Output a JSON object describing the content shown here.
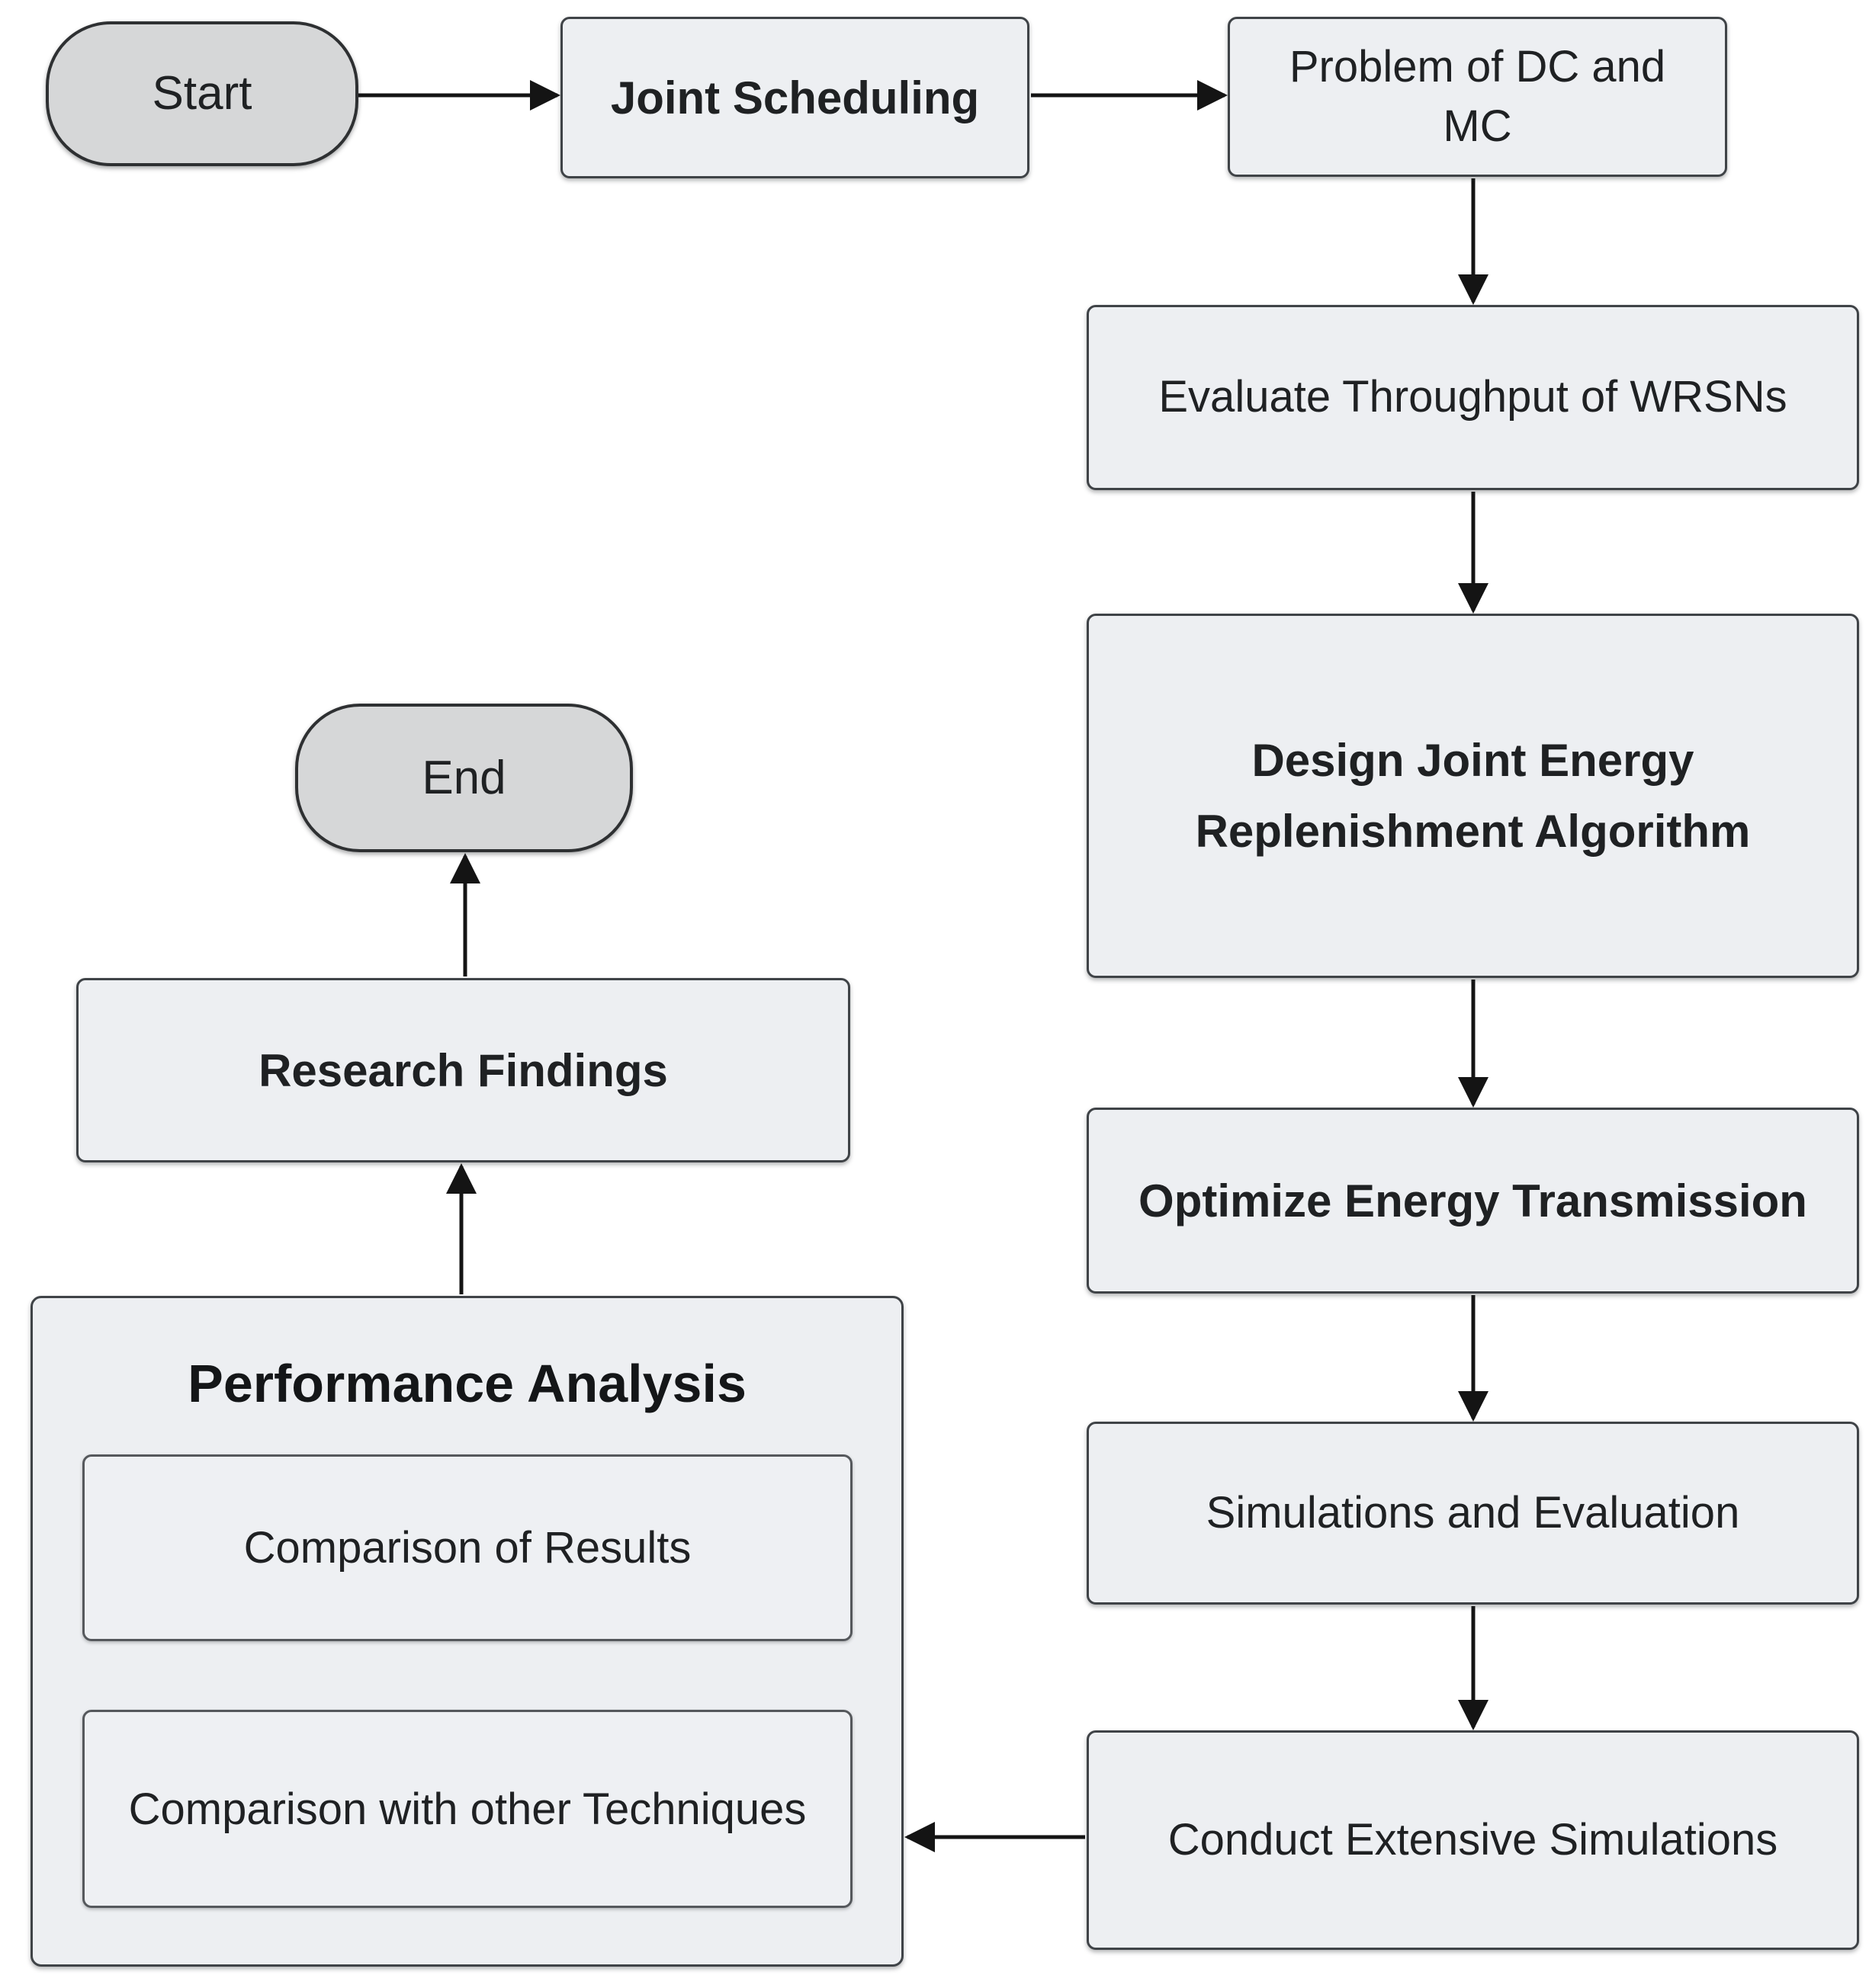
{
  "diagram": {
    "type": "flowchart",
    "background_color": "#ffffff",
    "colors": {
      "process_fill": "#edeff2",
      "terminal_fill": "#d6d7d8",
      "border": "#3f4347",
      "arrow": "#141414",
      "text": "#1f2123"
    },
    "nodes": {
      "start": {
        "label": "Start",
        "shape": "terminal",
        "bold": false
      },
      "joint_scheduling": {
        "label": "Joint Scheduling",
        "shape": "process",
        "bold": true
      },
      "problem_dc_mc": {
        "label": "Problem of DC and MC",
        "shape": "process",
        "bold": false
      },
      "evaluate_throughput": {
        "label": "Evaluate Throughput of WRSNs",
        "shape": "process",
        "bold": false
      },
      "design_algorithm": {
        "label": "Design Joint Energy Replenishment Algorithm",
        "shape": "process",
        "bold": true
      },
      "optimize_energy": {
        "label": "Optimize Energy Transmission",
        "shape": "process",
        "bold": true
      },
      "simulations_evaluation": {
        "label": "Simulations and Evaluation",
        "shape": "process",
        "bold": false
      },
      "conduct_simulations": {
        "label": "Conduct Extensive Simulations",
        "shape": "process",
        "bold": false
      },
      "performance_analysis": {
        "label": "Performance Analysis",
        "shape": "group",
        "bold": true
      },
      "comparison_results": {
        "label": "Comparison of Results",
        "shape": "process",
        "bold": false,
        "parent": "performance_analysis"
      },
      "comparison_techniques": {
        "label": "Comparison with other Techniques",
        "shape": "process",
        "bold": false,
        "parent": "performance_analysis"
      },
      "research_findings": {
        "label": "Research Findings",
        "shape": "process",
        "bold": true
      },
      "end": {
        "label": "End",
        "shape": "terminal",
        "bold": false
      }
    },
    "edges": [
      {
        "from": "start",
        "to": "joint_scheduling",
        "direction": "right"
      },
      {
        "from": "joint_scheduling",
        "to": "problem_dc_mc",
        "direction": "right"
      },
      {
        "from": "problem_dc_mc",
        "to": "evaluate_throughput",
        "direction": "down"
      },
      {
        "from": "evaluate_throughput",
        "to": "design_algorithm",
        "direction": "down"
      },
      {
        "from": "design_algorithm",
        "to": "optimize_energy",
        "direction": "down"
      },
      {
        "from": "optimize_energy",
        "to": "simulations_evaluation",
        "direction": "down"
      },
      {
        "from": "simulations_evaluation",
        "to": "conduct_simulations",
        "direction": "down"
      },
      {
        "from": "conduct_simulations",
        "to": "performance_analysis",
        "direction": "left"
      },
      {
        "from": "performance_analysis",
        "to": "research_findings",
        "direction": "up"
      },
      {
        "from": "research_findings",
        "to": "end",
        "direction": "up"
      }
    ]
  }
}
